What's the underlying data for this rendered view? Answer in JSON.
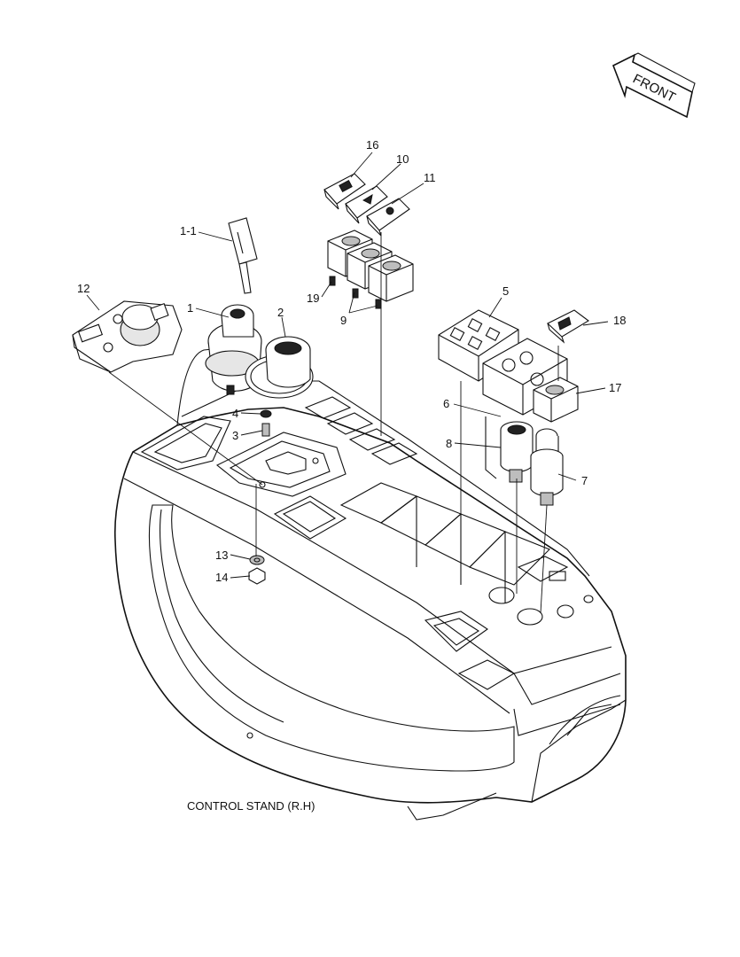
{
  "diagram": {
    "caption": "CONTROL STAND (R.H)",
    "direction_label": "FRONT",
    "callouts": [
      {
        "id": "c1",
        "label": "1"
      },
      {
        "id": "c1-1",
        "label": "1-1"
      },
      {
        "id": "c2",
        "label": "2"
      },
      {
        "id": "c3",
        "label": "3"
      },
      {
        "id": "c4",
        "label": "4"
      },
      {
        "id": "c5",
        "label": "5"
      },
      {
        "id": "c6",
        "label": "6"
      },
      {
        "id": "c7",
        "label": "7"
      },
      {
        "id": "c8",
        "label": "8"
      },
      {
        "id": "c9",
        "label": "9"
      },
      {
        "id": "c10",
        "label": "10"
      },
      {
        "id": "c11",
        "label": "11"
      },
      {
        "id": "c12",
        "label": "12"
      },
      {
        "id": "c13",
        "label": "13"
      },
      {
        "id": "c14",
        "label": "14"
      },
      {
        "id": "c16",
        "label": "16"
      },
      {
        "id": "c17",
        "label": "17"
      },
      {
        "id": "c18",
        "label": "18"
      },
      {
        "id": "c19",
        "label": "19"
      }
    ]
  }
}
